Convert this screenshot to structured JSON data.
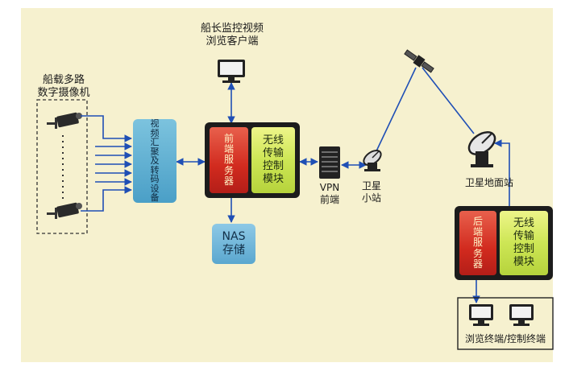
{
  "labels": {
    "captain_client": "船长监控视频\n浏览客户端",
    "shipborne_cameras": "船载多路\n数字摄像机",
    "video_aggregation": "视\n频\n汇\n聚\n及\n转\n码\n设\n备",
    "front_server": "前\n端\n服\n务\n器",
    "front_wireless": "无线\n传输\n控制\n模块",
    "nas": "NAS\n存储",
    "vpn_front": "VPN\n前端",
    "satellite_station": "卫星\n小站",
    "satellite_ground_station": "卫星地面站",
    "back_server": "后\n端\n服\n务\n器",
    "back_wireless": "无线\n传输\n控制\n模块",
    "terminals": "浏览终端/控制终端"
  },
  "colors": {
    "background": "#f6f1cf",
    "link_blue": "#1f4fb5",
    "server_red": "#d12a1e",
    "module_green": "#cde655",
    "device_teal": "#4a9fc7"
  },
  "icons": [
    "camera-icon",
    "monitor-icon",
    "router-icon",
    "satellite-dish-icon",
    "satellite-icon"
  ]
}
